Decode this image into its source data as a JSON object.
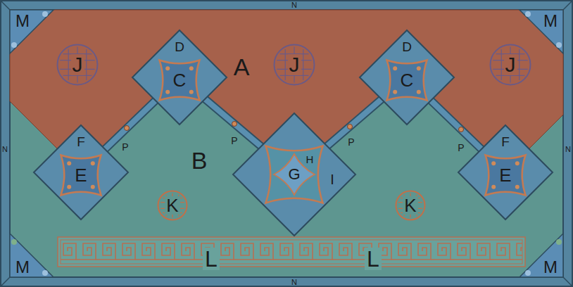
{
  "diagram": {
    "nodes": [
      {
        "text": [
          "J"
        ]
      },
      {
        "text": [
          "D"
        ]
      },
      {
        "text": [
          "C"
        ],
        "in": 1
      },
      {
        "text": [
          "J"
        ]
      },
      {
        "text": [
          "D"
        ]
      },
      {
        "text": [
          "C"
        ],
        "in": 4
      },
      {
        "text": [
          "J"
        ]
      },
      {
        "text": [
          "F"
        ]
      },
      {
        "text": [
          "E"
        ],
        "in": 7
      },
      {
        "text": [
          "I"
        ]
      },
      {
        "text": [
          "H"
        ],
        "in": 9
      },
      {
        "text": [
          "G"
        ],
        "in": 10
      },
      {
        "text": [
          "F"
        ]
      },
      {
        "text": [
          "E"
        ],
        "in": 12
      },
      {
        "text": [
          "K"
        ]
      },
      {
        "text": [
          "K"
        ]
      }
    ],
    "labels": [
      "N",
      "M",
      "M",
      "A",
      "N",
      "N",
      "B",
      "P",
      "P",
      "P",
      "P",
      "L",
      "L",
      "M",
      "M",
      "N"
    ]
  }
}
